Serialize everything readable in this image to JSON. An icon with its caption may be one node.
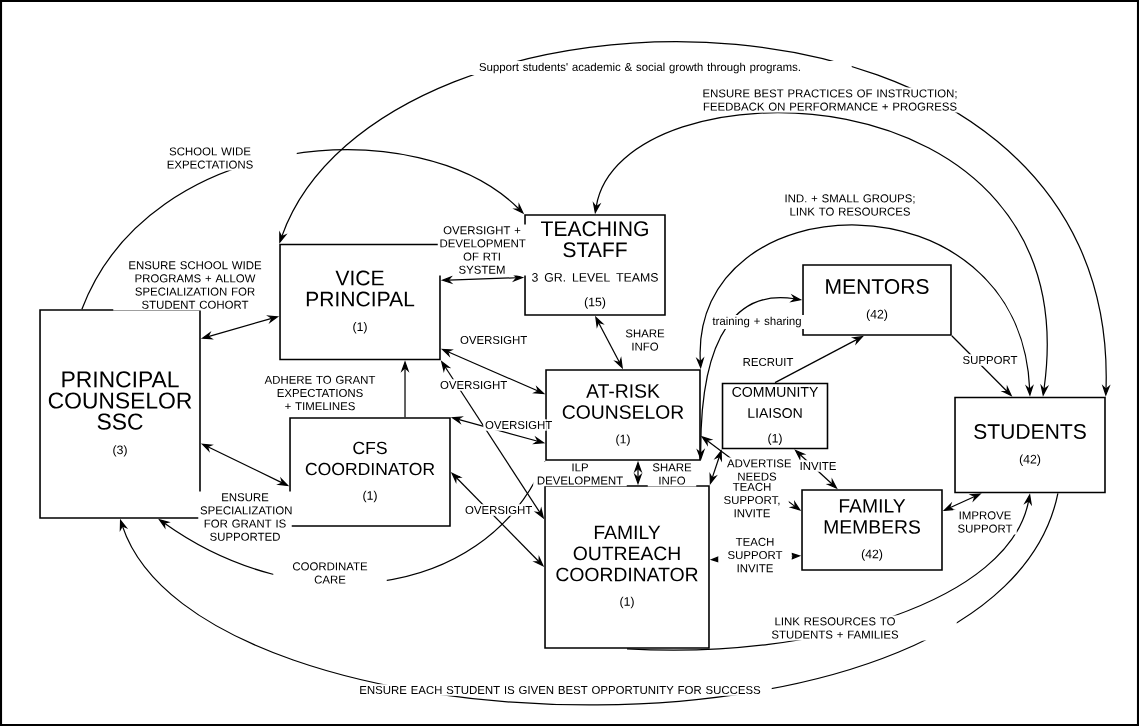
{
  "diagram": {
    "nodes": [
      {
        "text": [
          "PRINCIPAL COUNSELOR SSC",
          "(3)"
        ]
      },
      {
        "text": [
          "VICE PRINCIPAL",
          "(1)"
        ]
      },
      {
        "text": [
          "TEACHING STAFF",
          "3 GR. LEVEL TEAMS",
          "(15)"
        ]
      },
      {
        "text": [
          "CFS COORDINATOR",
          "(1)"
        ]
      },
      {
        "text": [
          "AT-RISK COUNSELOR",
          "(1)"
        ]
      },
      {
        "text": [
          "MENTORS",
          "(42)"
        ]
      },
      {
        "text": [
          "COMMUNITY LIAISON",
          "(1)"
        ]
      },
      {
        "text": [
          "STUDENTS",
          "(42)"
        ]
      },
      {
        "text": [
          "FAMILY OUTREACH COORDINATOR",
          "(1)"
        ]
      },
      {
        "text": [
          "FAMILY MEMBERS",
          "(42)"
        ]
      }
    ],
    "edges": [
      {
        "from": 0,
        "to": 2,
        "arrow": "to",
        "label": "SCHOOL WIDE EXPECTATIONS"
      },
      {
        "from": 1,
        "to": 7,
        "arrow": "both",
        "label": "Support students' academic & social growth through programs."
      },
      {
        "from": 2,
        "to": 7,
        "arrow": "both",
        "label": "ENSURE BEST PRACTICES OF INSTRUCTION; FEEDBACK ON PERFORMANCE + PROGRESS"
      },
      {
        "from": 4,
        "to": 7,
        "arrow": "both",
        "label": "IND. + SMALL GROUPS; LINK TO RESOURCES"
      },
      {
        "from": 1,
        "to": 2,
        "arrow": "both",
        "label": "OVERSIGHT + DEVELOPMENT OF RTI SYSTEM"
      },
      {
        "from": 0,
        "to": 1,
        "arrow": "both",
        "label": "ENSURE SCHOOL WIDE PROGRAMS + ALLOW SPECIALIZATION FOR STUDENT COHORT"
      },
      {
        "from": 0,
        "to": 3,
        "arrow": "both",
        "label": "ENSURE SPECIALIZATION FOR GRANT IS SUPPORTED"
      },
      {
        "from": 3,
        "to": 1,
        "arrow": "to",
        "label": "ADHERE TO GRANT EXPECTATIONS + TIMELINES"
      },
      {
        "from": 1,
        "to": 4,
        "arrow": "both",
        "label": "OVERSIGHT"
      },
      {
        "from": 1,
        "to": 8,
        "arrow": "both",
        "label": "OVERSIGHT"
      },
      {
        "from": 3,
        "to": 4,
        "arrow": "both",
        "label": "OVERSIGHT"
      },
      {
        "from": 3,
        "to": 8,
        "arrow": "both",
        "label": "OVERSIGHT"
      },
      {
        "from": 2,
        "to": 4,
        "arrow": "both",
        "label": "SHARE INFO"
      },
      {
        "from": 0,
        "to": 4,
        "arrow": "both",
        "label": "COORDINATE CARE"
      },
      {
        "from": 4,
        "to": 8,
        "arrow": "both",
        "label": "SHARE INFO"
      },
      {
        "from": 4,
        "to": 5,
        "arrow": "both",
        "label": "training + sharing"
      },
      {
        "from": 6,
        "to": 5,
        "arrow": "to",
        "label": "RECRUIT"
      },
      {
        "from": 6,
        "to": 9,
        "arrow": "both",
        "label": "INVITE"
      },
      {
        "from": 8,
        "to": 6,
        "arrow": "both",
        "label": "ADVERTISE NEEDS"
      },
      {
        "from": 4,
        "to": 9,
        "arrow": "both",
        "label": "TEACH SUPPORT, INVITE"
      },
      {
        "from": 8,
        "to": 9,
        "arrow": "both",
        "label": "TEACH SUPPORT INVITE"
      },
      {
        "from": 5,
        "to": 7,
        "arrow": "to",
        "label": "SUPPORT"
      },
      {
        "from": 9,
        "to": 7,
        "arrow": "both",
        "label": "IMPROVE SUPPORT"
      },
      {
        "from": 8,
        "to": 7,
        "arrow": "to",
        "label": "LINK RESOURCES TO STUDENTS + FAMILIES"
      },
      {
        "from": 7,
        "to": 0,
        "arrow": "to",
        "label": "ENSURE EACH STUDENT IS GIVEN BEST OPPORTUNITY FOR SUCCESS"
      }
    ],
    "labels": [
      "ILP DEVELOPMENT"
    ]
  }
}
